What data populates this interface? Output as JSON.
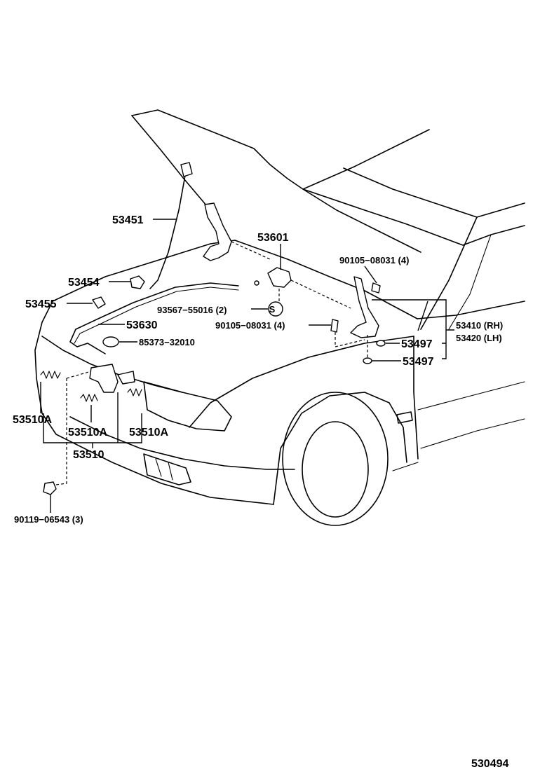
{
  "labels": {
    "l53451": "53451",
    "l53601": "53601",
    "l9010508031_top": "90105−08031 (4)",
    "l53454": "53454",
    "l53455": "53455",
    "l9356755016": "93567−55016 (2)",
    "lS": "S",
    "l9010508031_mid": "90105−08031 (4)",
    "l53630": "53630",
    "l8537332010": "85373−32010",
    "l53410": "53410 (RH)",
    "l53420": "53420 (LH)",
    "l53497_a": "53497",
    "l53497_b": "53497",
    "l53510A_left": "53510A",
    "l53510A_mid": "53510A",
    "l53510A_right": "53510A",
    "l53510": "53510",
    "l9011906543": "90119−06543 (3)",
    "figure_code": "530494"
  }
}
